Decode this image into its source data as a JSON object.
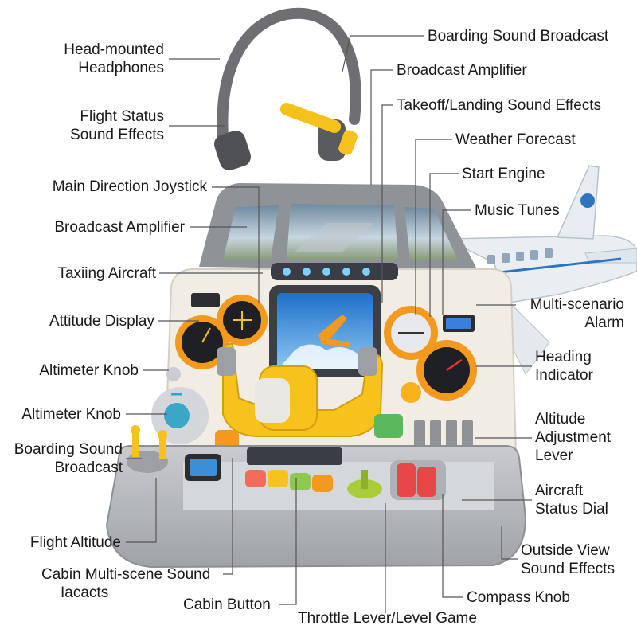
{
  "labels_left": [
    {
      "id": "head-mounted-headphones",
      "lines": [
        "Head-mounted",
        "Headphones"
      ]
    },
    {
      "id": "flight-status-sound-effects",
      "lines": [
        "Flight Status",
        "Sound Effects"
      ]
    },
    {
      "id": "main-direction-joystick",
      "lines": [
        "Main Direction Joystick"
      ]
    },
    {
      "id": "broadcast-amplifier-left",
      "lines": [
        "Broadcast Amplifier"
      ]
    },
    {
      "id": "taxiing-aircraft",
      "lines": [
        "Taxiing Aircraft"
      ]
    },
    {
      "id": "attitude-display",
      "lines": [
        "Attitude Display"
      ]
    },
    {
      "id": "altimeter-knob-1",
      "lines": [
        "Altimeter Knob"
      ]
    },
    {
      "id": "altimeter-knob-2",
      "lines": [
        "Altimeter Knob"
      ]
    },
    {
      "id": "boarding-sound-broadcast-left",
      "lines": [
        "Boarding Sound",
        "Broadcast"
      ]
    },
    {
      "id": "flight-altitude",
      "lines": [
        "Flight Altitude"
      ]
    },
    {
      "id": "cabin-multi-scene-sound",
      "lines": [
        "Cabin Multi-scene Sound",
        "Iacacts"
      ]
    },
    {
      "id": "cabin-button",
      "lines": [
        "Cabin Button"
      ]
    },
    {
      "id": "throttle-lever",
      "lines": [
        "Throttle Lever/Level Game"
      ]
    }
  ],
  "labels_right": [
    {
      "id": "boarding-sound-broadcast-right",
      "lines": [
        "Boarding Sound Broadcast"
      ]
    },
    {
      "id": "broadcast-amplifier-right",
      "lines": [
        "Broadcast Amplifier"
      ]
    },
    {
      "id": "takeoff-landing-sound",
      "lines": [
        "Takeoff/Landing Sound Effects"
      ]
    },
    {
      "id": "weather-forecast",
      "lines": [
        "Weather Forecast"
      ]
    },
    {
      "id": "start-engine",
      "lines": [
        "Start Engine"
      ]
    },
    {
      "id": "music-tunes",
      "lines": [
        "Music Tunes"
      ]
    },
    {
      "id": "multi-scenario-alarm",
      "lines": [
        "Multi-scenario",
        "Alarm"
      ]
    },
    {
      "id": "heading-indicator",
      "lines": [
        "Heading",
        "Indicator"
      ]
    },
    {
      "id": "altitude-adjustment-lever",
      "lines": [
        "Altitude",
        "Adjustment",
        "Lever"
      ]
    },
    {
      "id": "aircraft-status-dial",
      "lines": [
        "Aircraft",
        "Status Dial"
      ]
    },
    {
      "id": "outside-view-sound",
      "lines": [
        "Outside View",
        "Sound Effects"
      ]
    },
    {
      "id": "compass-knob",
      "lines": [
        "Compass Knob"
      ]
    }
  ],
  "colors": {
    "panel": "#f1ece4",
    "base": "#b9bcbf",
    "orange": "#f39a1e",
    "yellow": "#f7c21c",
    "sky": "#3a8fd9",
    "line": "#555555"
  }
}
